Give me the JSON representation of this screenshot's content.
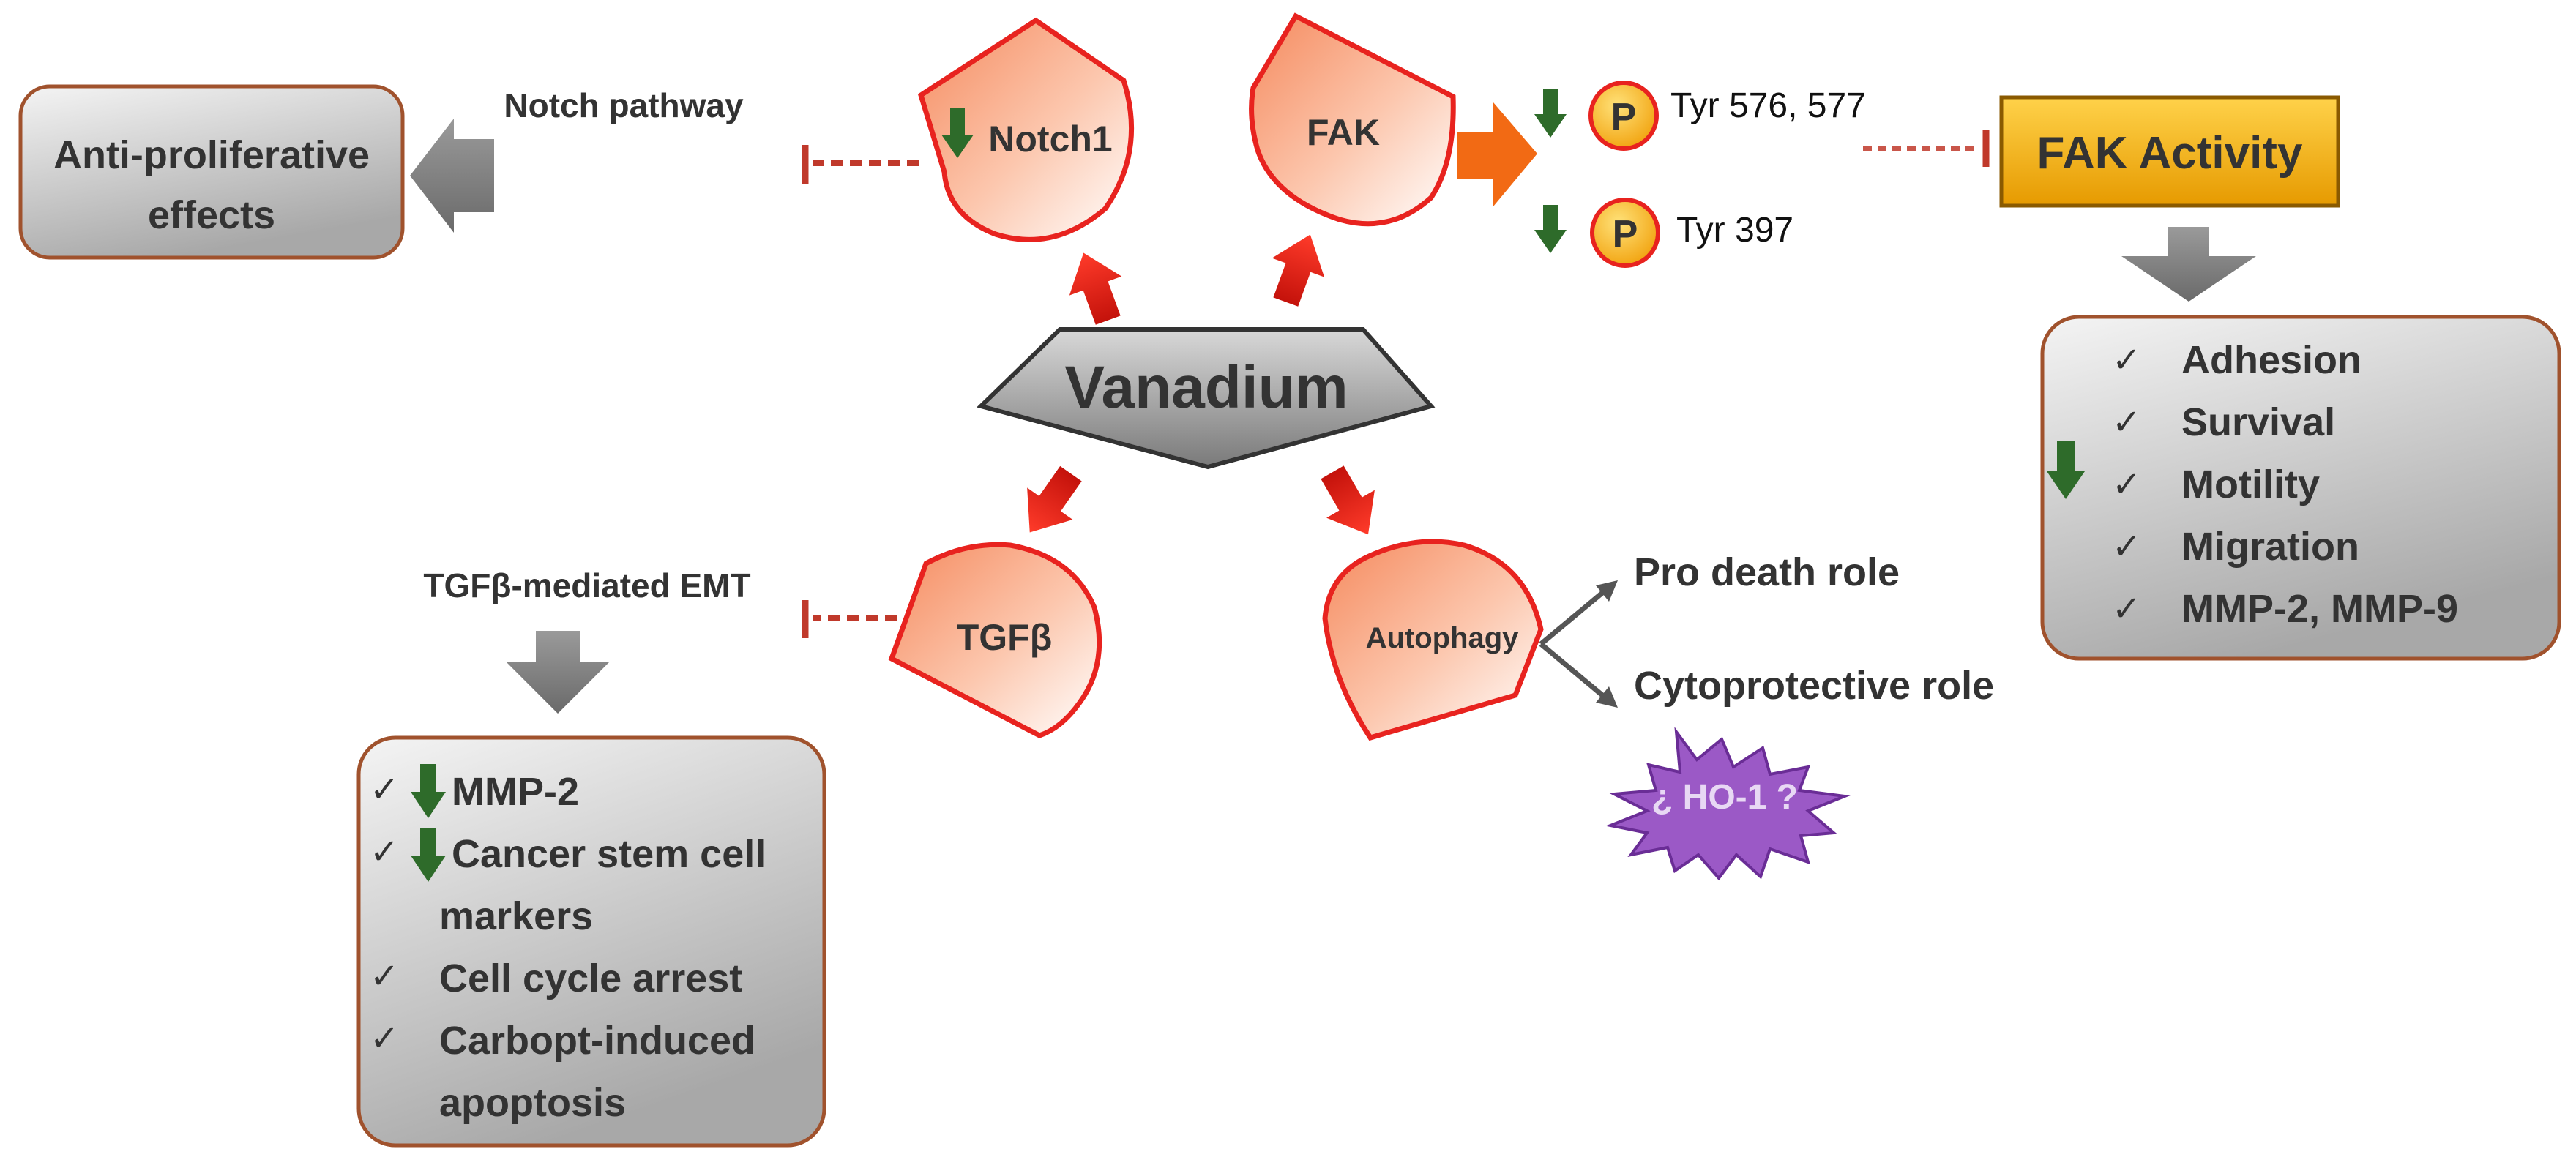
{
  "center": {
    "label": "Vanadium"
  },
  "nodes": {
    "notch1": "Notch1",
    "fak": "FAK",
    "tgfb": "TGFβ",
    "autophagy": "Autophagy"
  },
  "notch": {
    "pathway_label": "Notch pathway",
    "outcome_line1": "Anti-proliferative",
    "outcome_line2": "effects"
  },
  "fak_branch": {
    "phospho_symbol": "P",
    "site1": "Tyr 576, 577",
    "site2": "Tyr 397",
    "activity_label": "FAK Activity",
    "check_mark": "✓",
    "effects": [
      "Adhesion",
      "Survival",
      "Motility",
      "Migration",
      "MMP-2, MMP-9"
    ]
  },
  "tgfb_branch": {
    "label": "TGFβ-mediated EMT",
    "check_mark": "✓",
    "effects": [
      "MMP-2",
      "Cancer stem cell",
      "markers",
      "Cell cycle arrest",
      "Carbopt-induced",
      "apoptosis"
    ]
  },
  "autophagy_branch": {
    "role1": "Pro death role",
    "role2": "Cytoprotective role",
    "ho1": "¿ HO-1 ?"
  },
  "colors": {
    "node_red": "#e8231f",
    "node_fill": "#f59a72",
    "down_arrow": "#2e6b2a",
    "inhibit": "#c0392b",
    "fak_box": "#f2ad14",
    "ho1_star": "#9b59c6",
    "gray_box": "#c8c8c8"
  }
}
